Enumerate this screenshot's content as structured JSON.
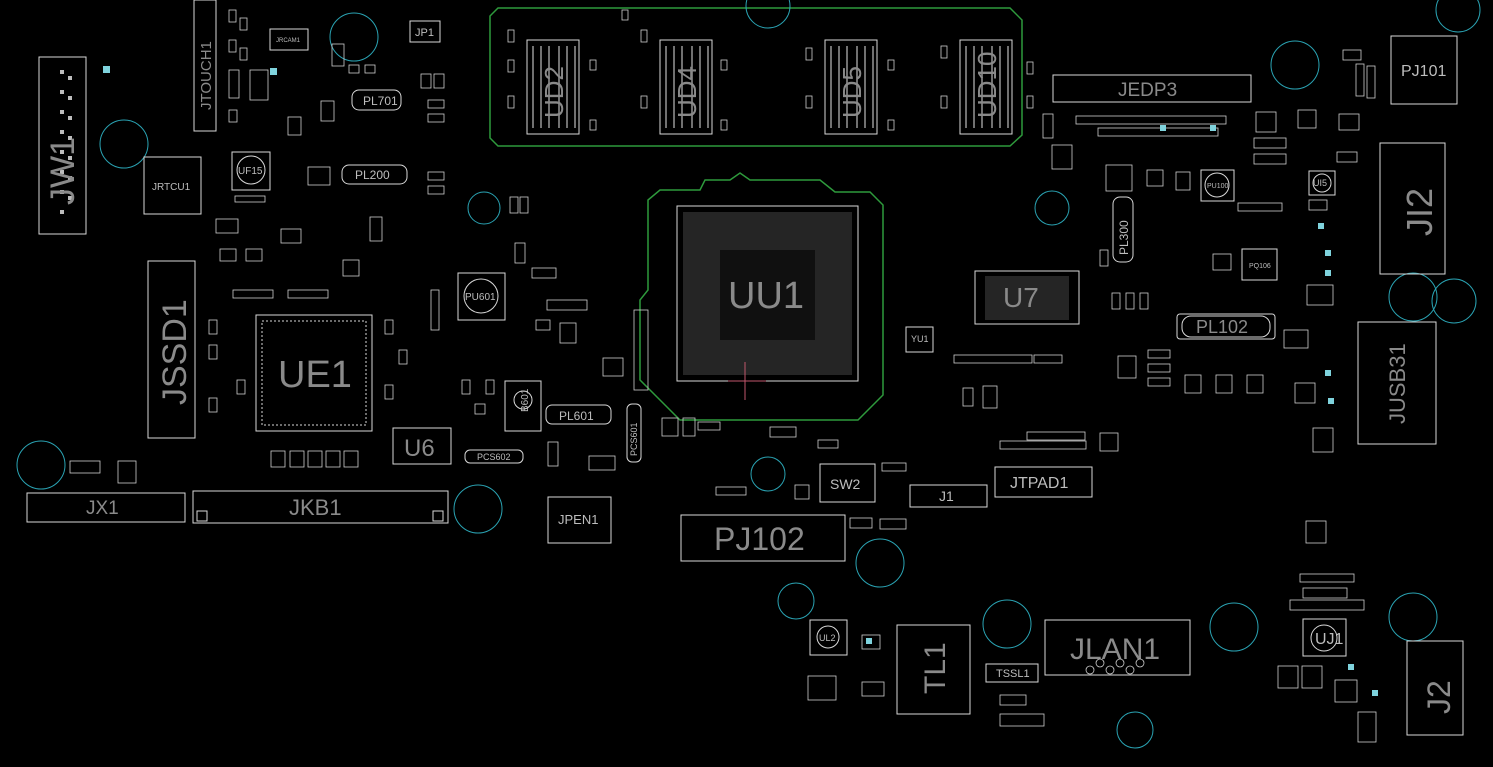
{
  "board": {
    "title": "",
    "labels": {
      "jw1": "JW1",
      "jtouch1": "JTOUCH1",
      "jrcam1": "JRCAM1",
      "jp1": "JP1",
      "pl701": "PL701",
      "jrtcu1": "JRTCU1",
      "uf15": "UF15",
      "pl200": "PL200",
      "jssd1": "JSSD1",
      "ue1": "UE1",
      "u6": "U6",
      "jx1": "JX1",
      "jkb1": "JKB1",
      "pu601": "PU601",
      "pl601": "PL601",
      "pcs602": "PCS602",
      "pcs601": "PCS601",
      "jpen1": "JPEN1",
      "ud2": "UD2",
      "ud4": "UD4",
      "ud5": "UD5",
      "ud10": "UD10",
      "uu1": "UU1",
      "pj102": "PJ102",
      "sw2": "SW2",
      "j1": "J1",
      "jtpad1": "JTPAD1",
      "jedp3": "JEDP3",
      "u7": "U7",
      "pl300": "PL300",
      "pl102": "PL102",
      "pj101": "PJ101",
      "ji2": "JI2",
      "jusb31": "JUSB31",
      "tl1": "TL1",
      "jlan1": "JLAN1",
      "ul2": "UL2",
      "tssl1": "TSSL1",
      "uj1": "UJ1",
      "j2": "J2",
      "yu1": "YU1",
      "pu100": "PU100",
      "pq106": "PQ106",
      "ui5": "UI5",
      "b601": "B601"
    }
  },
  "colors": {
    "background": "#000000",
    "outline": "#d8d8d8",
    "label": "#8a8a8a",
    "zone": "#2e9a3c",
    "hole": "#2aa3b3"
  }
}
